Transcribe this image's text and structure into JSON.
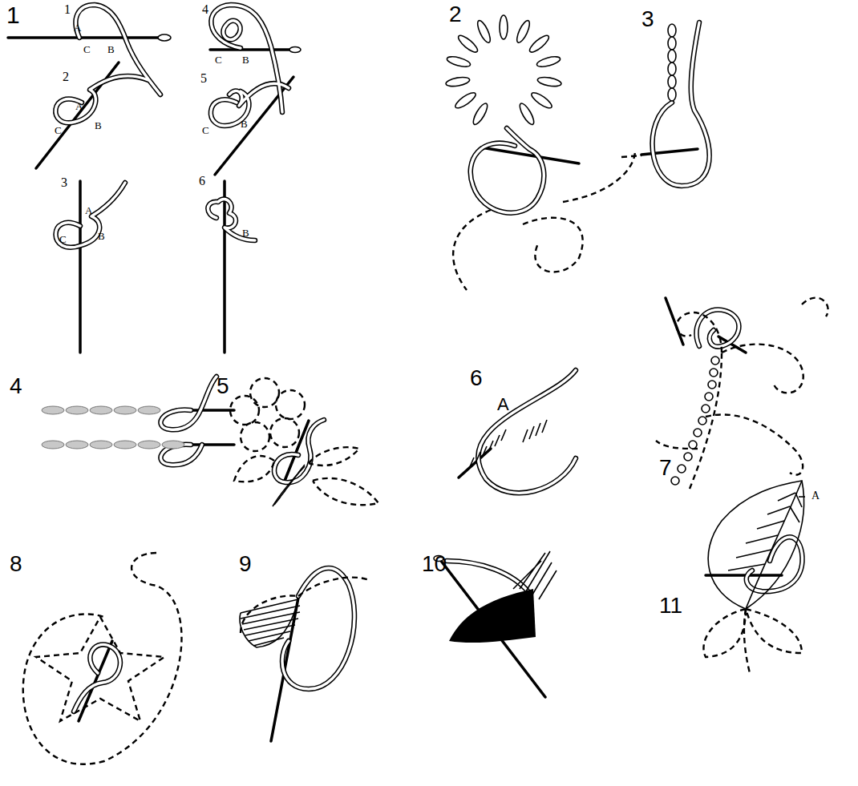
{
  "diagram": {
    "labels": [
      "1",
      "1",
      "A",
      "C",
      "B",
      "4",
      "C",
      "B",
      "2",
      "A",
      "C",
      "B",
      "5",
      "C",
      "B",
      "3",
      "A",
      "C",
      "B",
      "6",
      "B",
      "2",
      "3",
      "4",
      "5",
      "6",
      "A",
      "7",
      "8",
      "9",
      "10",
      "11",
      "A"
    ]
  }
}
